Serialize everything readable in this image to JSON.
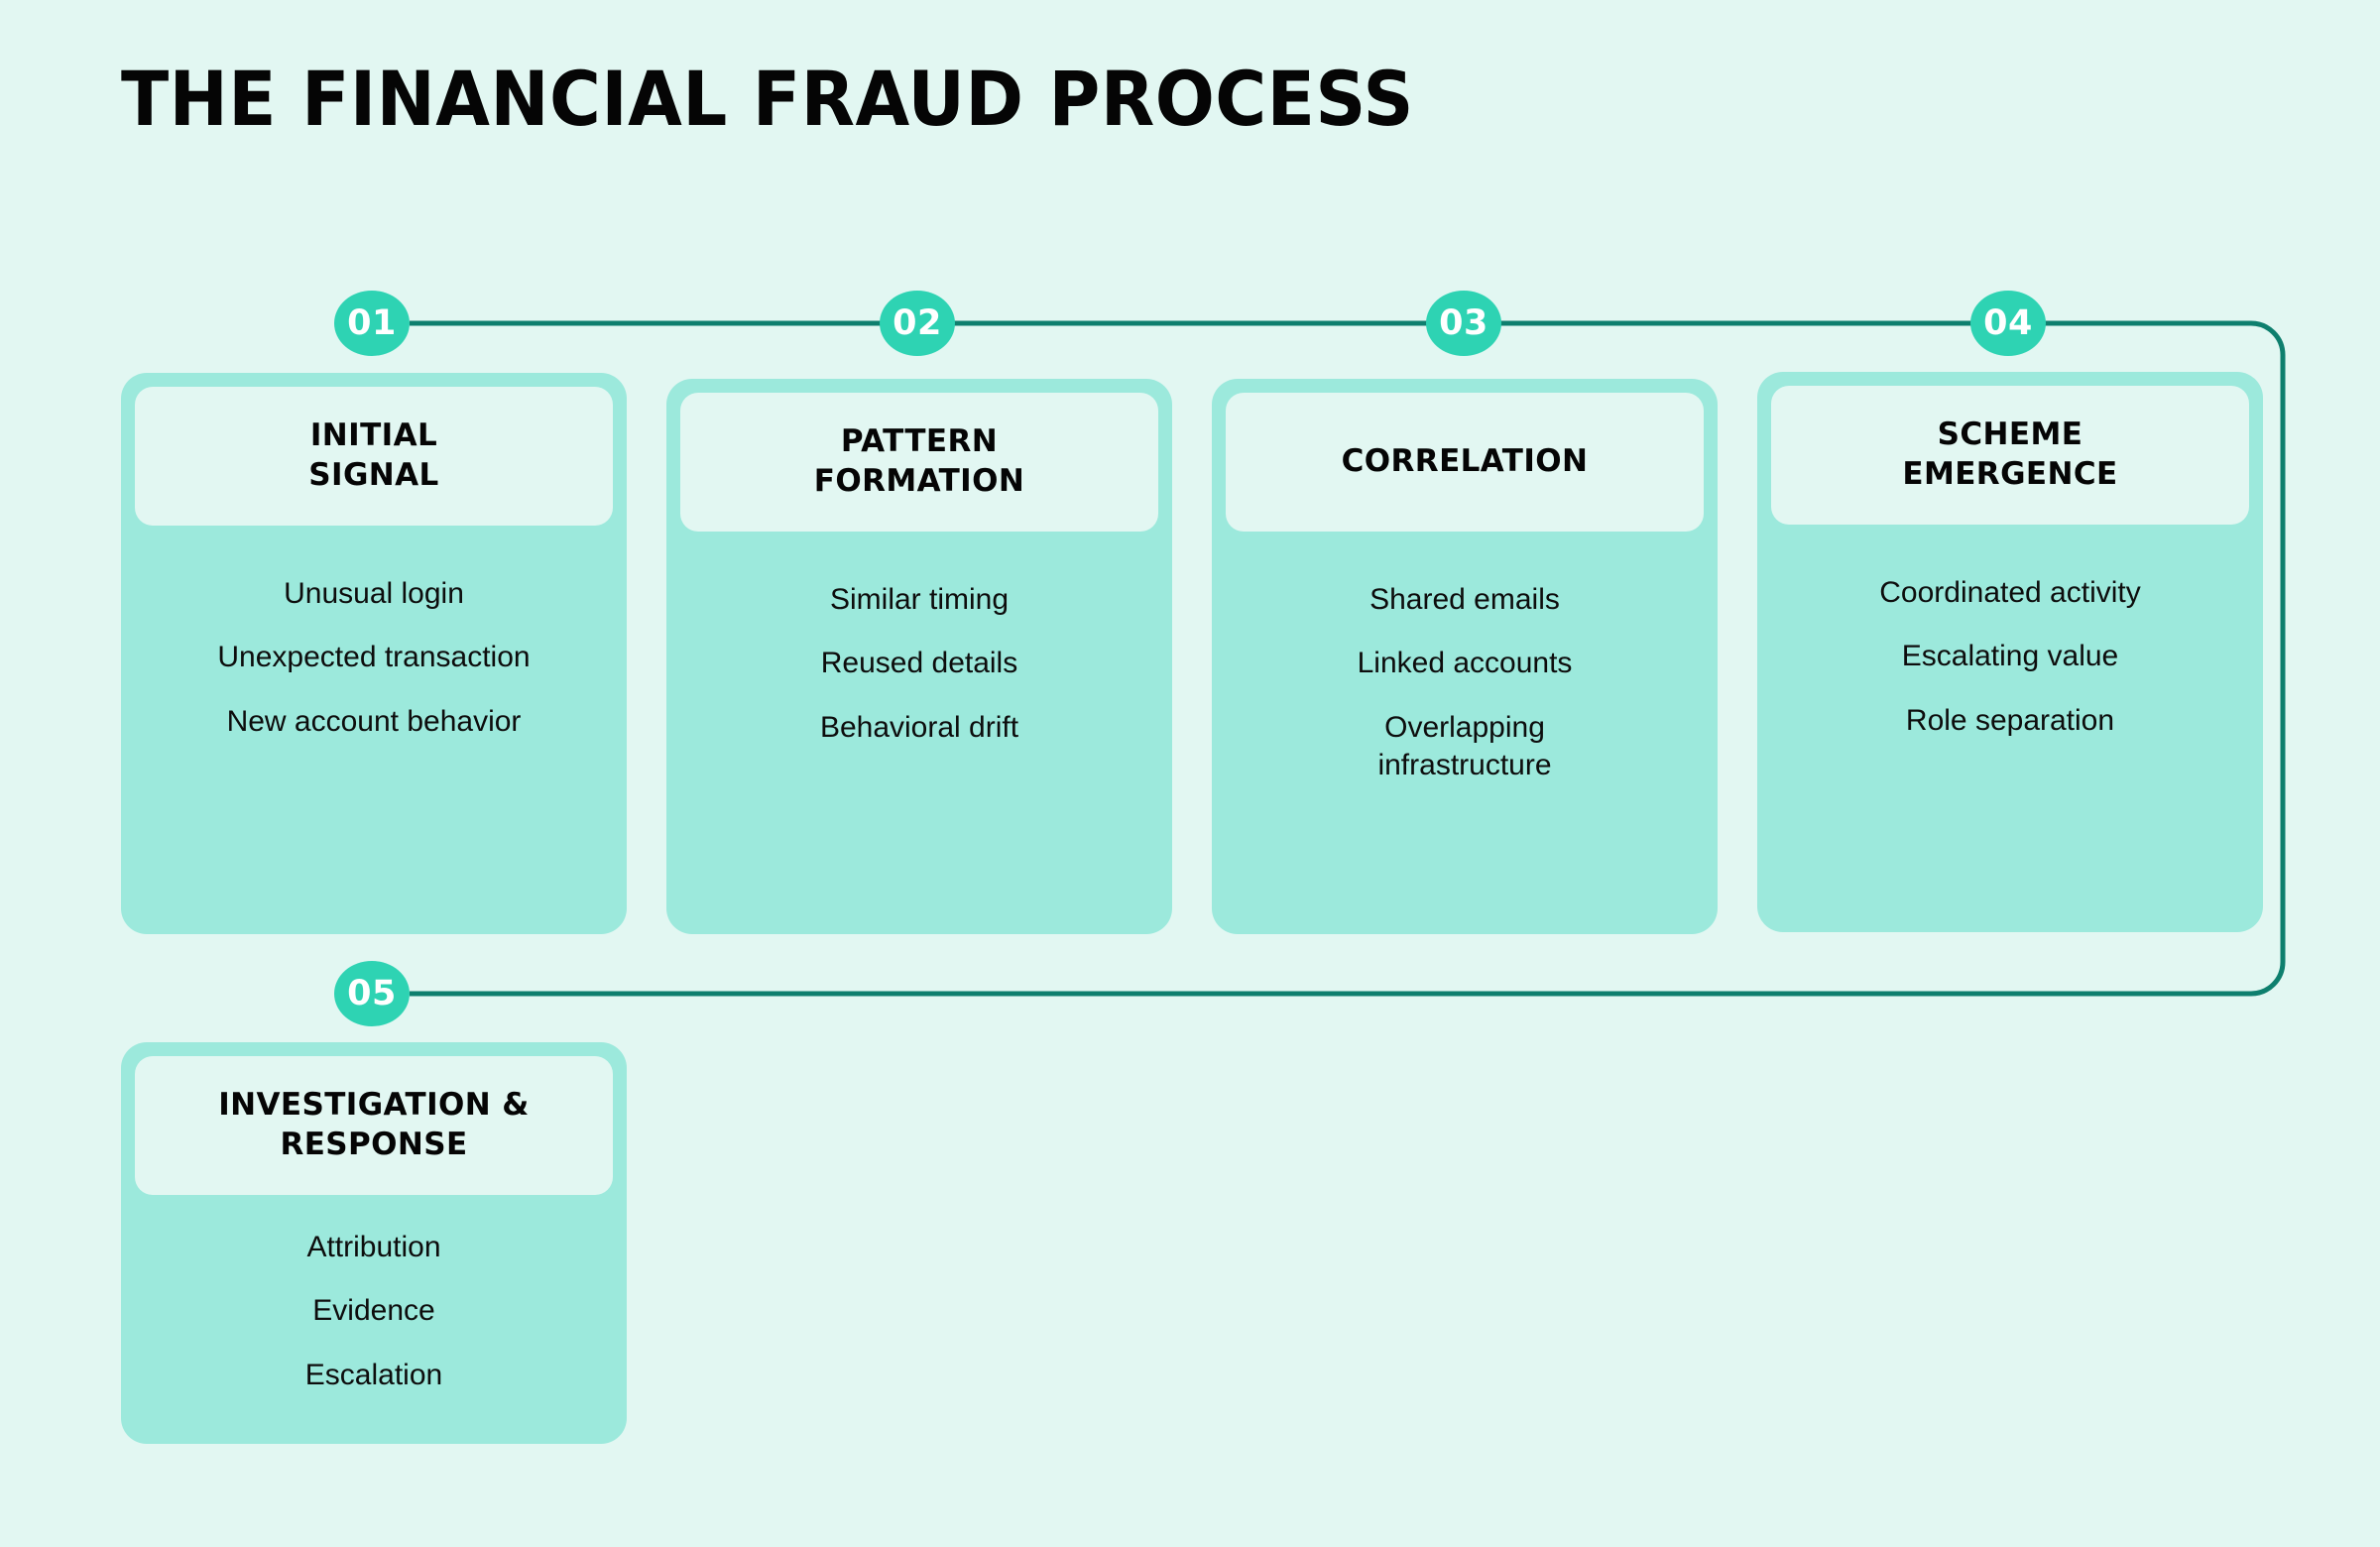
{
  "page": {
    "title": "THE FINANCIAL FRAUD PROCESS",
    "background_color": "#E2F7F2",
    "card_fill_color": "#9CE9DC",
    "header_panel_color": "#E2F7F2",
    "badge_color": "#2ED3B3",
    "connector_color": "#0E7F6E",
    "text_color": "#050505"
  },
  "steps": [
    {
      "number": "01",
      "title": "INITIAL\nSIGNAL",
      "items": [
        "Unusual login",
        "Unexpected transaction",
        "New account behavior"
      ]
    },
    {
      "number": "02",
      "title": "PATTERN\nFORMATION",
      "items": [
        "Similar timing",
        "Reused details",
        "Behavioral drift"
      ]
    },
    {
      "number": "03",
      "title": "CORRELATION",
      "items": [
        "Shared emails",
        "Linked accounts",
        "Overlapping infrastructure"
      ]
    },
    {
      "number": "04",
      "title": "SCHEME\nEMERGENCE",
      "items": [
        "Coordinated activity",
        "Escalating value",
        "Role separation"
      ]
    },
    {
      "number": "05",
      "title": "INVESTIGATION &\nRESPONSE",
      "items": [
        "Attribution",
        "Evidence",
        "Escalation"
      ]
    }
  ]
}
